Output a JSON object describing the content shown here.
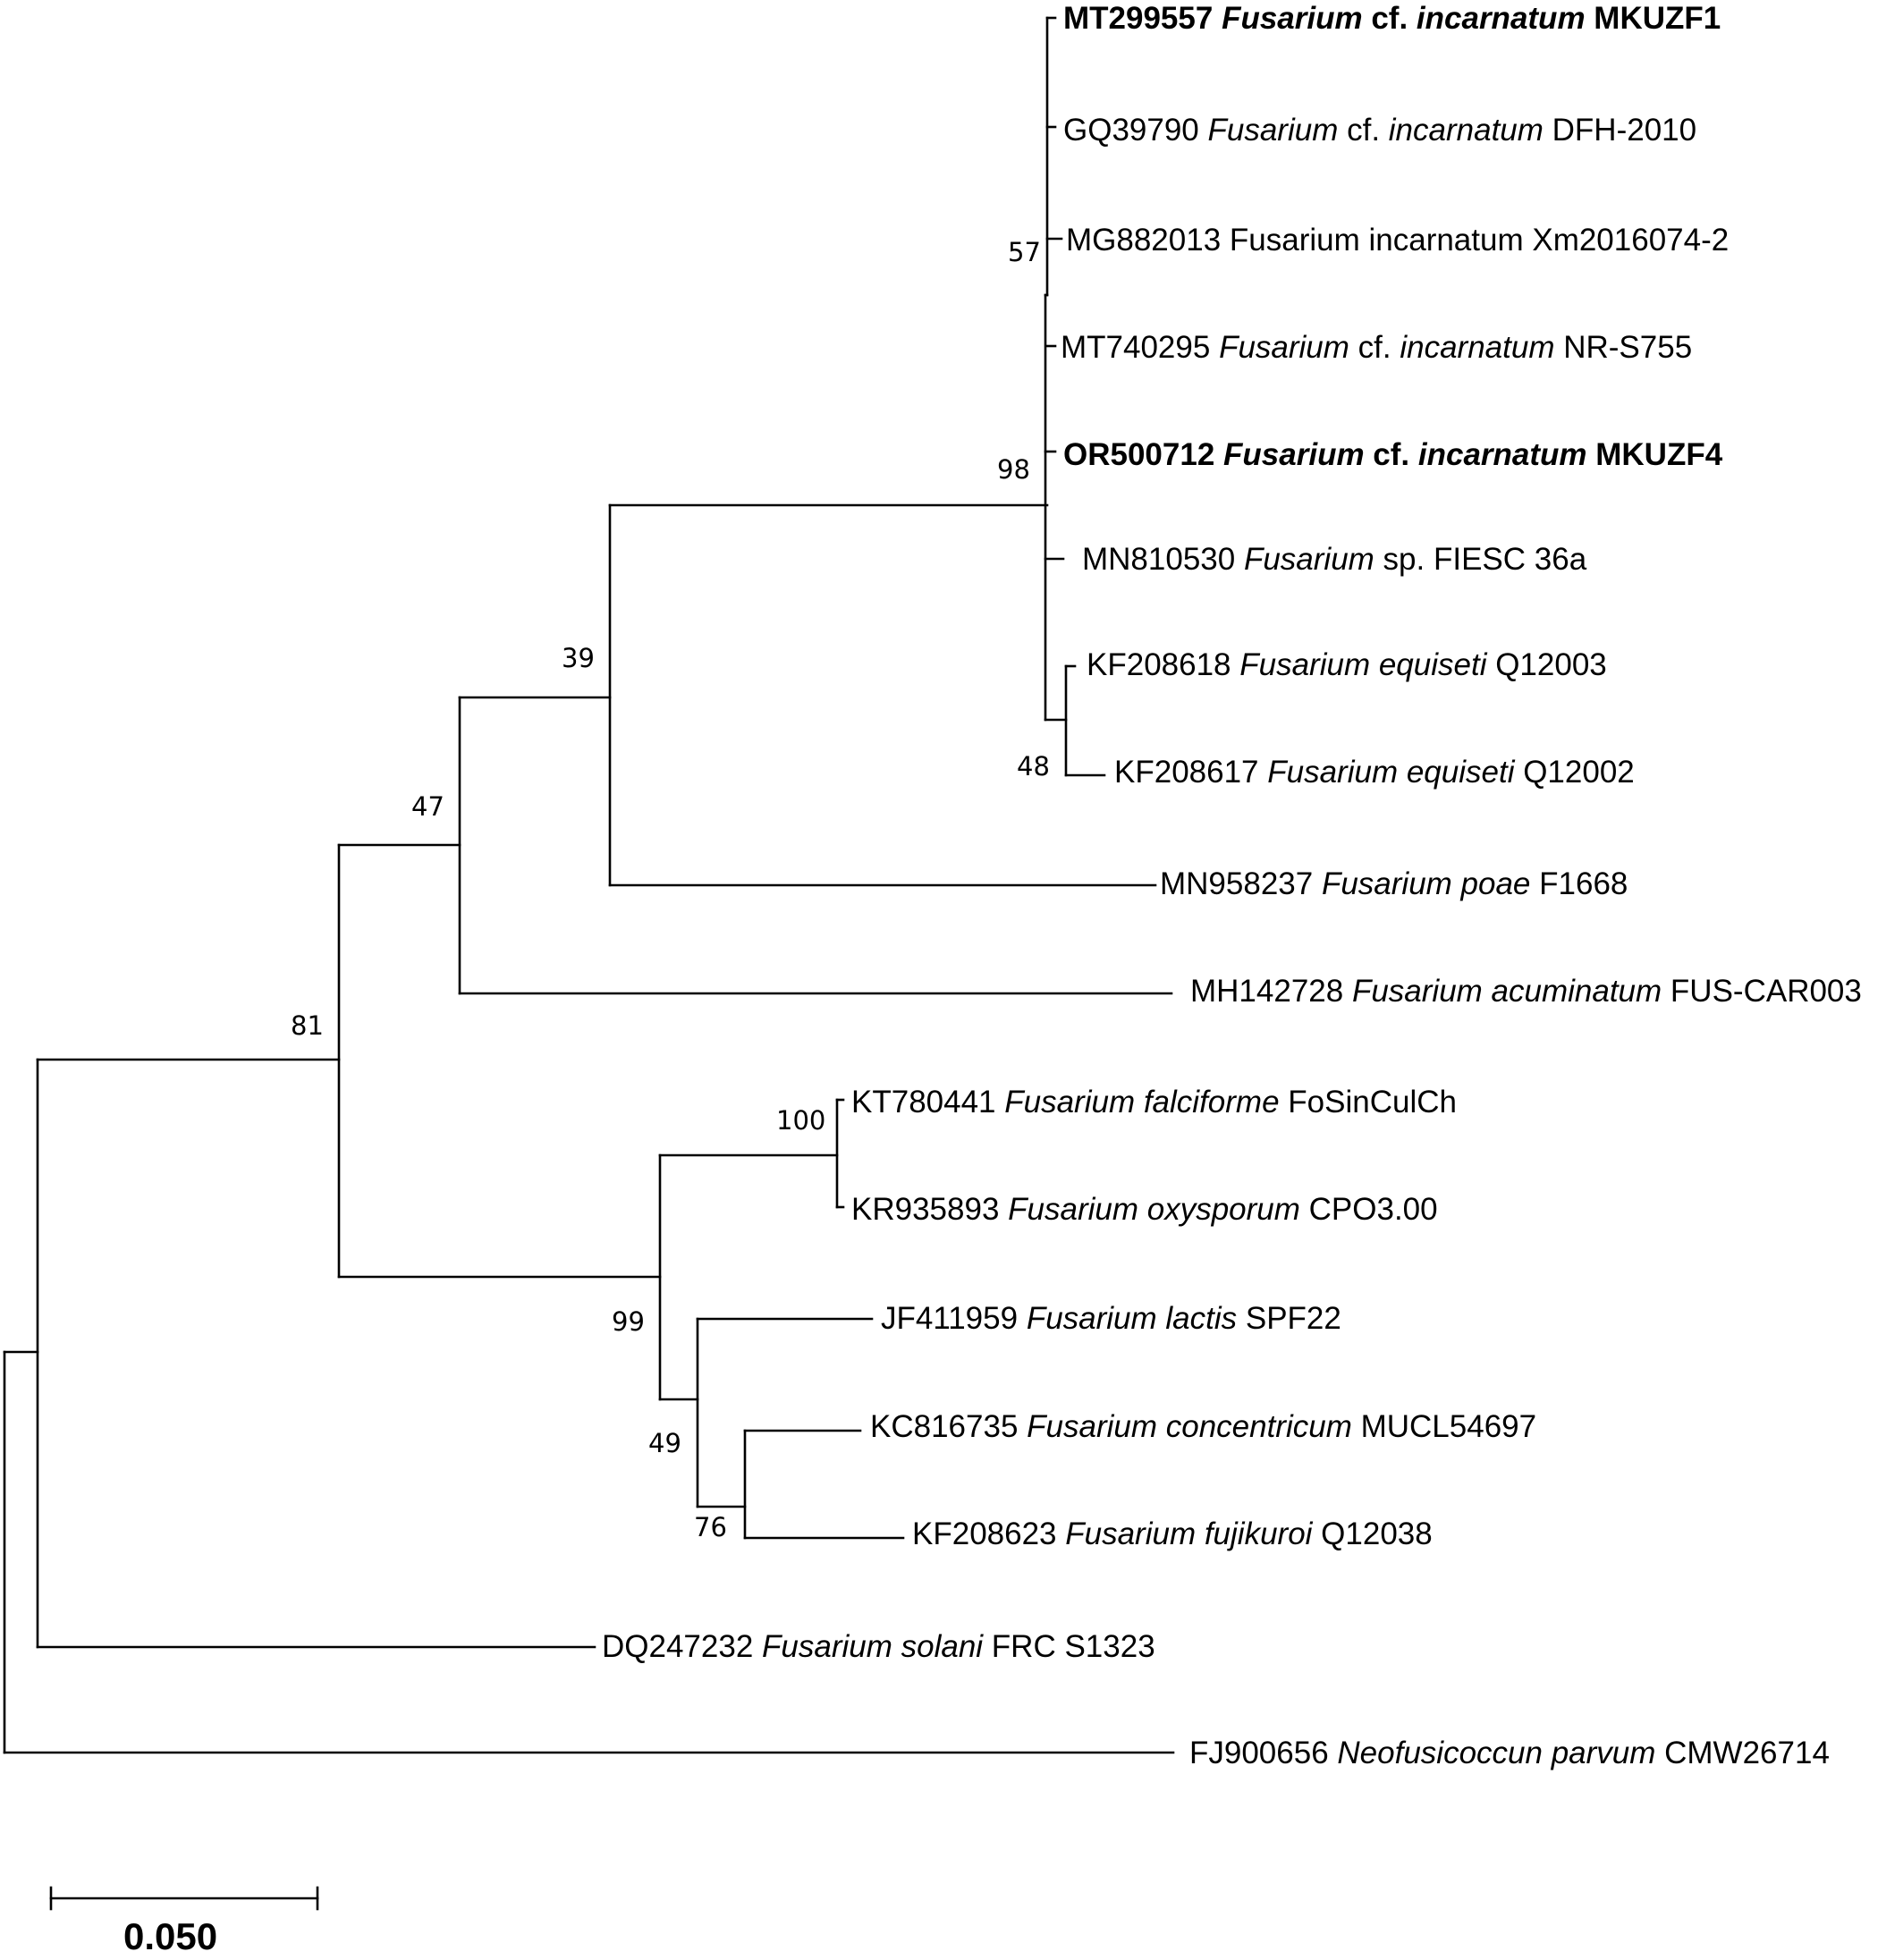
{
  "tree": {
    "taxa": [
      {
        "id": "t1",
        "bold": true,
        "parts": [
          {
            "t": "MT299557 "
          },
          {
            "t": "Fusarium",
            "i": true
          },
          {
            "t": " cf. "
          },
          {
            "t": "incarnatum",
            "i": true
          },
          {
            "t": " MKUZF1"
          }
        ]
      },
      {
        "id": "t2",
        "bold": false,
        "parts": [
          {
            "t": "GQ39790 "
          },
          {
            "t": "Fusarium",
            "i": true
          },
          {
            "t": " cf. "
          },
          {
            "t": "incarnatum",
            "i": true
          },
          {
            "t": " DFH-2010"
          }
        ]
      },
      {
        "id": "t3",
        "bold": false,
        "parts": [
          {
            "t": "MG882013 Fusarium incarnatum Xm2016074-2"
          }
        ]
      },
      {
        "id": "t4",
        "bold": false,
        "parts": [
          {
            "t": "MT740295 "
          },
          {
            "t": "Fusarium",
            "i": true
          },
          {
            "t": " cf. "
          },
          {
            "t": "incarnatum",
            "i": true
          },
          {
            "t": " NR-S755"
          }
        ]
      },
      {
        "id": "t5",
        "bold": true,
        "parts": [
          {
            "t": "OR500712 "
          },
          {
            "t": "Fusarium",
            "i": true
          },
          {
            "t": " cf. "
          },
          {
            "t": "incarnatum",
            "i": true
          },
          {
            "t": " MKUZF4"
          }
        ]
      },
      {
        "id": "t6",
        "bold": false,
        "parts": [
          {
            "t": "MN810530 "
          },
          {
            "t": "Fusarium",
            "i": true
          },
          {
            "t": " sp. FIESC 36a"
          }
        ]
      },
      {
        "id": "t7",
        "bold": false,
        "parts": [
          {
            "t": "KF208618 "
          },
          {
            "t": "Fusarium equiseti",
            "i": true
          },
          {
            "t": " Q12003"
          }
        ]
      },
      {
        "id": "t8",
        "bold": false,
        "parts": [
          {
            "t": "KF208617 "
          },
          {
            "t": "Fusarium equiseti",
            "i": true
          },
          {
            "t": " Q12002"
          }
        ]
      },
      {
        "id": "t9",
        "bold": false,
        "parts": [
          {
            "t": "MN958237 "
          },
          {
            "t": "Fusarium poae",
            "i": true
          },
          {
            "t": " F1668"
          }
        ]
      },
      {
        "id": "t10",
        "bold": false,
        "parts": [
          {
            "t": "MH142728 "
          },
          {
            "t": "Fusarium acuminatum",
            "i": true
          },
          {
            "t": " FUS-CAR003"
          }
        ]
      },
      {
        "id": "t11",
        "bold": false,
        "parts": [
          {
            "t": "KT780441 "
          },
          {
            "t": "Fusarium falciforme",
            "i": true
          },
          {
            "t": " FoSinCulCh"
          }
        ]
      },
      {
        "id": "t12",
        "bold": false,
        "parts": [
          {
            "t": "KR935893 "
          },
          {
            "t": "Fusarium oxysporum",
            "i": true
          },
          {
            "t": " CPO3.00"
          }
        ]
      },
      {
        "id": "t13",
        "bold": false,
        "parts": [
          {
            "t": "JF411959 "
          },
          {
            "t": "Fusarium lactis",
            "i": true
          },
          {
            "t": " SPF22"
          }
        ]
      },
      {
        "id": "t14",
        "bold": false,
        "parts": [
          {
            "t": "KC816735 "
          },
          {
            "t": "Fusarium concentricum",
            "i": true
          },
          {
            "t": " MUCL54697"
          }
        ]
      },
      {
        "id": "t15",
        "bold": false,
        "parts": [
          {
            "t": "KF208623 "
          },
          {
            "t": "Fusarium fujikuroi",
            "i": true
          },
          {
            "t": " Q12038"
          }
        ]
      },
      {
        "id": "t16",
        "bold": false,
        "parts": [
          {
            "t": "DQ247232 "
          },
          {
            "t": "Fusarium solani",
            "i": true
          },
          {
            "t": " FRC S1323"
          }
        ]
      },
      {
        "id": "t17",
        "bold": false,
        "parts": [
          {
            "t": "FJ900656 "
          },
          {
            "t": "Neofusicoccun parvum",
            "i": true
          },
          {
            "t": " CMW26714"
          }
        ]
      }
    ],
    "bootstrap": [
      {
        "id": "b57",
        "value": "57"
      },
      {
        "id": "b98",
        "value": "98"
      },
      {
        "id": "b39",
        "value": "39"
      },
      {
        "id": "b47",
        "value": "47"
      },
      {
        "id": "b48",
        "value": "48"
      },
      {
        "id": "b81",
        "value": "81"
      },
      {
        "id": "b100",
        "value": "100"
      },
      {
        "id": "b99",
        "value": "99"
      },
      {
        "id": "b49",
        "value": "49"
      },
      {
        "id": "b76",
        "value": "76"
      }
    ],
    "scale_bar": {
      "label": "0.050"
    }
  }
}
